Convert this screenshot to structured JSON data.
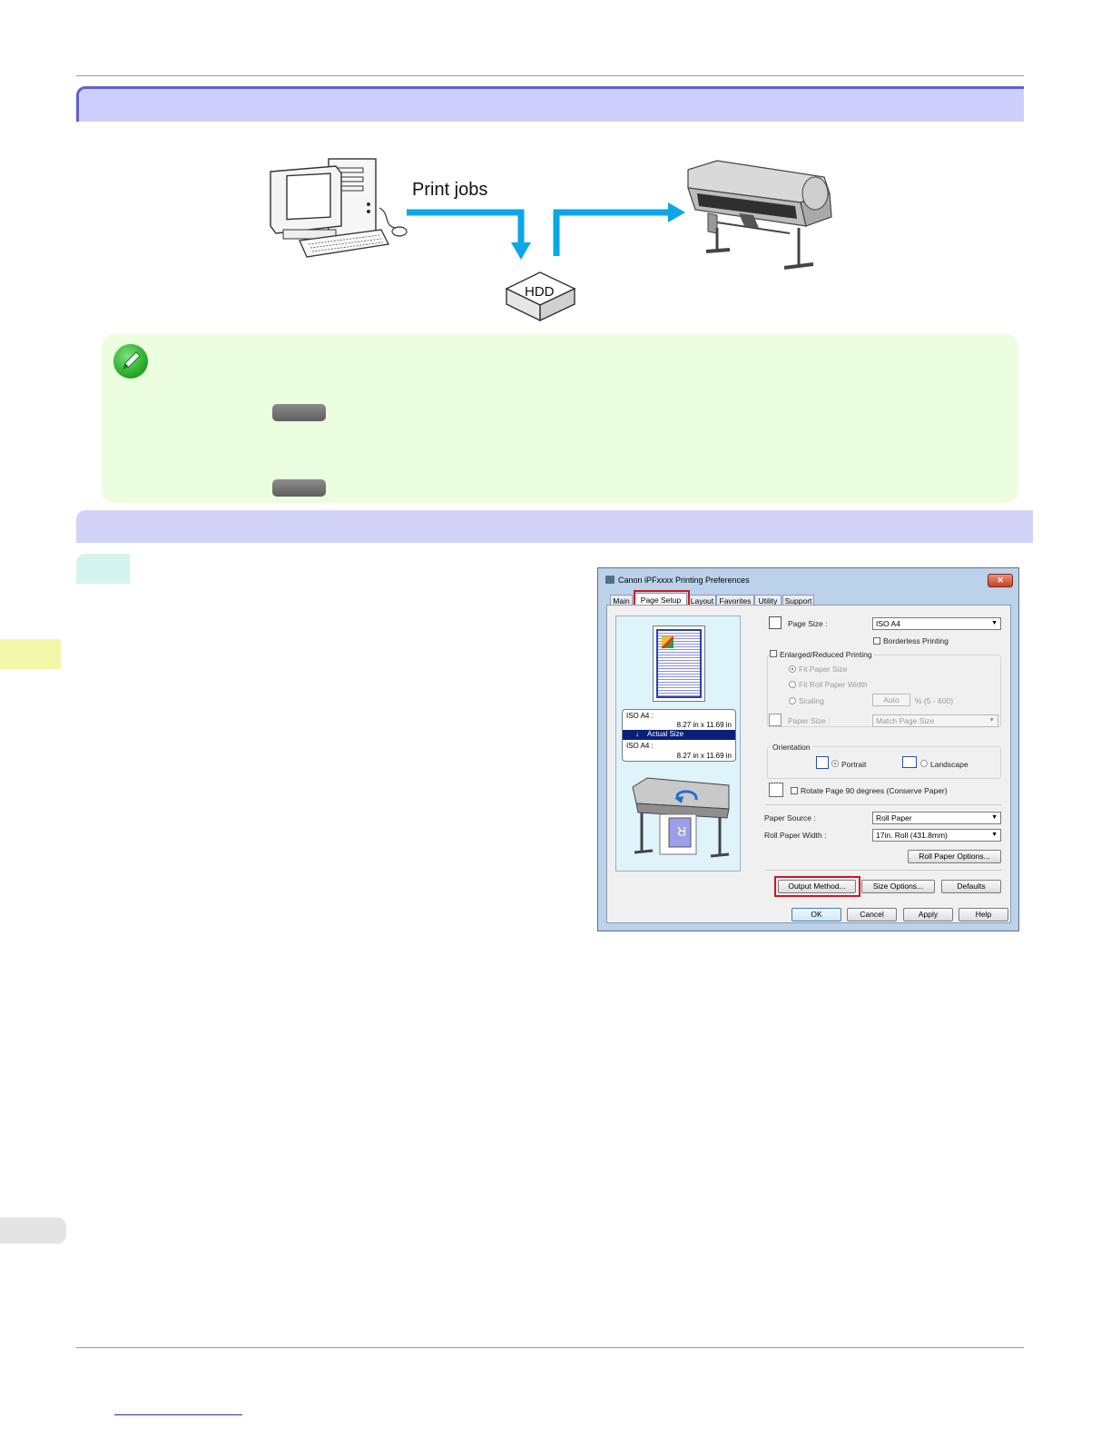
{
  "diagram": {
    "print_jobs_label": "Print jobs",
    "hdd_label": "HDD",
    "arrow_color": "#0aa6e8"
  },
  "dialog": {
    "title": "Canon iPFxxxx Printing Preferences",
    "close_label": "✕",
    "tabs": [
      "Main",
      "Page Setup",
      "Layout",
      "Favorites",
      "Utility",
      "Support"
    ],
    "preview": {
      "line1": "ISO A4 :",
      "line2": "8.27 in x 11.69 in",
      "selected": "Actual Size",
      "line3": "ISO A4 :",
      "line4": "8.27 in x 11.69 in"
    },
    "page_size_label": "Page Size :",
    "page_size_value": "ISO A4",
    "borderless_label": "Borderless Printing",
    "enlarged_label": "Enlarged/Reduced Printing",
    "fit_paper_size": "Fit Paper Size",
    "fit_roll_width": "Fit Roll Paper Width",
    "scaling_label": "Scaling",
    "scaling_value": "Auto",
    "scaling_range": "% (5 - 600)",
    "paper_size_label": "Paper Size :",
    "paper_size_value": "Match Page Size",
    "orientation_label": "Orientation",
    "portrait_label": "Portrait",
    "landscape_label": "Landscape",
    "rotate_label": "Rotate Page 90 degrees (Conserve Paper)",
    "paper_source_label": "Paper Source :",
    "paper_source_value": "Roll Paper",
    "roll_width_label": "Roll Paper Width :",
    "roll_width_value": "17in. Roll (431.8mm)",
    "roll_options_btn": "Roll Paper Options...",
    "output_method_btn": "Output Method...",
    "size_options_btn": "Size Options...",
    "defaults_btn": "Defaults",
    "ok_btn": "OK",
    "cancel_btn": "Cancel",
    "apply_btn": "Apply",
    "help_btn": "Help",
    "highlight_color": "#d3151f"
  }
}
